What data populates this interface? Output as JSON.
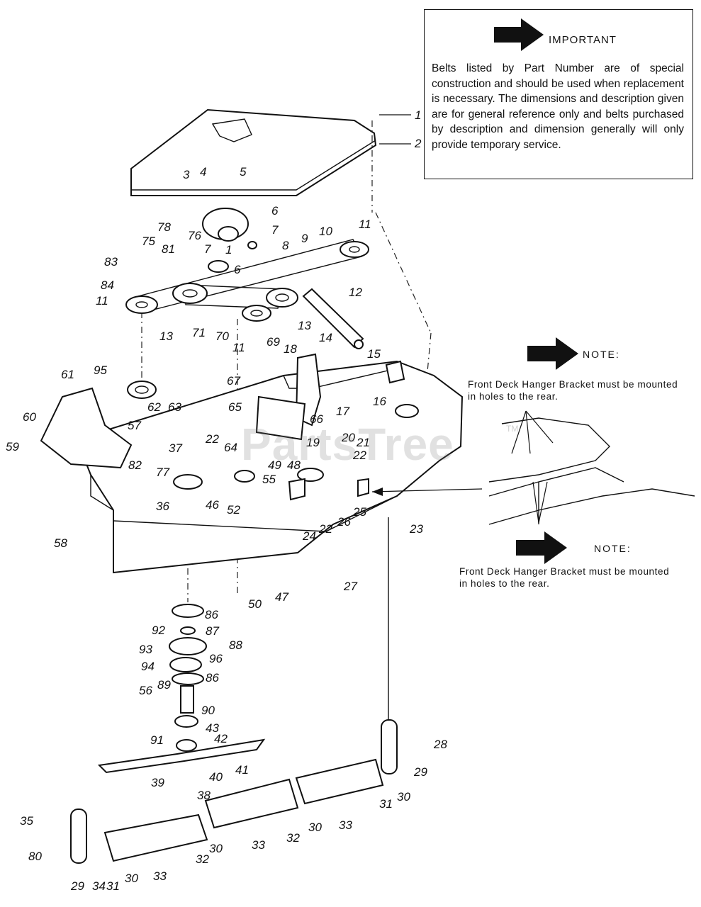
{
  "important": {
    "title": "IMPORTANT",
    "body": "Belts listed by Part Number are of special construction and should be used when replacement is necessary. The dimensions and description given are for general reference only and belts purchased by description and dimension generally will only provide temporary service."
  },
  "notes": [
    {
      "title": "NOTE:",
      "body": "Front Deck Hanger Bracket must be mounted in holes to the rear."
    },
    {
      "title": "NOTE:",
      "body": "Front Deck Hanger Bracket must be mounted in holes to the rear."
    }
  ],
  "watermark": {
    "text": "PartsTree",
    "tm": "TM"
  },
  "callouts": {
    "c1": "1",
    "c2": "2",
    "c3": "3",
    "c4": "4",
    "c5": "5",
    "c6a": "6",
    "c6b": "6",
    "c7a": "7",
    "c7b": "7",
    "c8": "8",
    "c9": "9",
    "c10": "10",
    "c11a": "11",
    "c11b": "11",
    "c11c": "11",
    "c12": "12",
    "c13a": "13",
    "c13b": "13",
    "c14": "14",
    "c15": "15",
    "c16": "16",
    "c17": "17",
    "c18": "18",
    "c19": "19",
    "c20": "20",
    "c21": "21",
    "c22a": "22",
    "c22b": "22",
    "c22c": "22",
    "c23": "23",
    "c24": "24",
    "c25": "25",
    "c26": "26",
    "c27": "27",
    "c28": "28",
    "c29a": "29",
    "c29b": "29",
    "c30a": "30",
    "c30b": "30",
    "c30c": "30",
    "c30d": "30",
    "c31a": "31",
    "c31b": "31",
    "c32a": "32",
    "c32b": "32",
    "c33a": "33",
    "c33b": "33",
    "c33c": "33",
    "c34": "34",
    "c35": "35",
    "c36": "36",
    "c37": "37",
    "c38": "38",
    "c39": "39",
    "c40": "40",
    "c41": "41",
    "c42": "42",
    "c43": "43",
    "c46": "46",
    "c47": "47",
    "c48": "48",
    "c49": "49",
    "c50": "50",
    "c52": "52",
    "c55": "55",
    "c56": "56",
    "c57": "57",
    "c58": "58",
    "c59": "59",
    "c60": "60",
    "c61": "61",
    "c62": "62",
    "c63": "63",
    "c64": "64",
    "c65": "65",
    "c66": "66",
    "c67": "67",
    "c69": "69",
    "c70": "70",
    "c71": "71",
    "c75": "75",
    "c76": "76",
    "c77": "77",
    "c78": "78",
    "c80": "80",
    "c81": "81",
    "c82": "82",
    "c83": "83",
    "c84": "84",
    "c86a": "86",
    "c86b": "86",
    "c87": "87",
    "c88": "88",
    "c89": "89",
    "c90": "90",
    "c91": "91",
    "c92": "92",
    "c93": "93",
    "c94": "94",
    "c95": "95",
    "c96": "96",
    "c1b": "1"
  }
}
